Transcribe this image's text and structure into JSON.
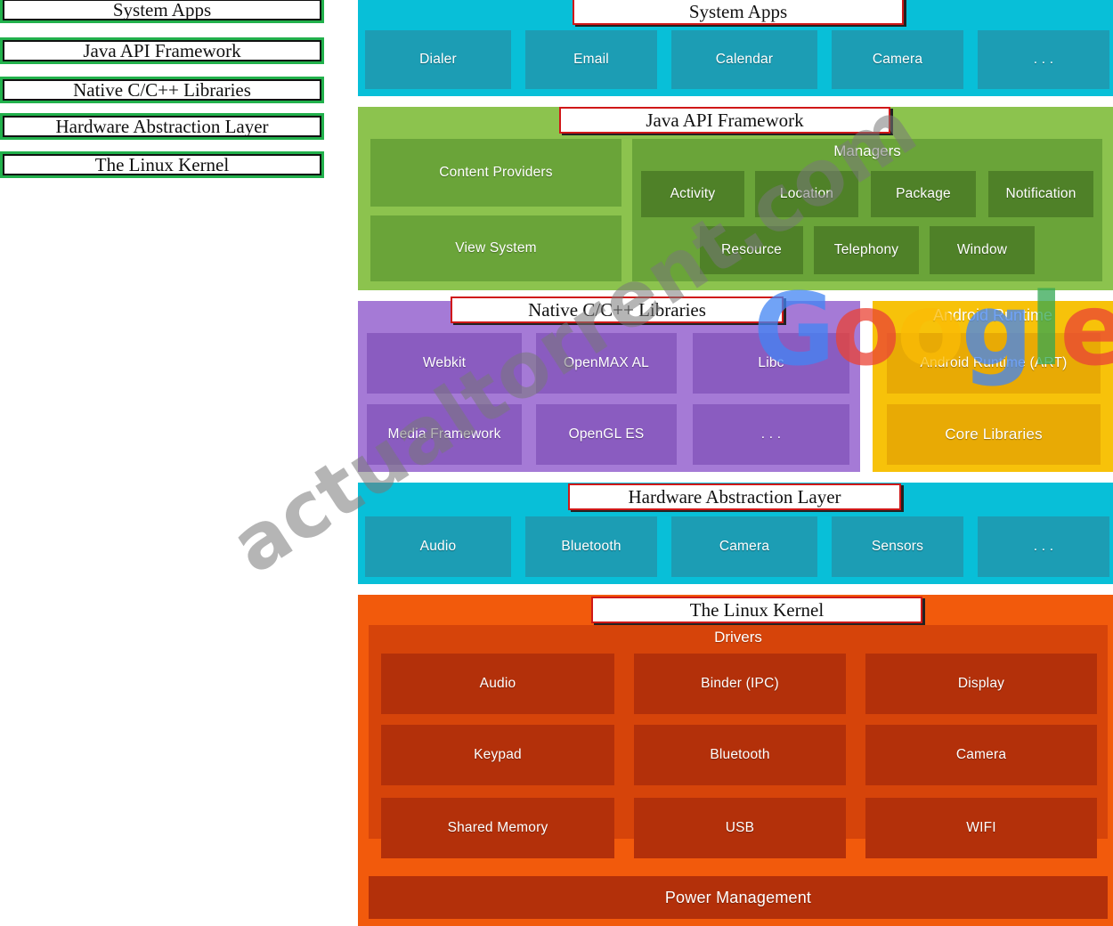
{
  "answer_options": [
    "System Apps",
    "Java API Framework",
    "Native C/C++ Libraries",
    "Hardware Abstraction Layer",
    "The Linux Kernel"
  ],
  "layers": {
    "apps": {
      "title": "System Apps",
      "tiles": [
        "Dialer",
        "Email",
        "Calendar",
        "Camera",
        ". . ."
      ]
    },
    "java": {
      "title": "Java API Framework",
      "content_providers": "Content Providers",
      "view_system": "View System",
      "managers_title": "Managers",
      "managers_row1": [
        "Activity",
        "Location",
        "Package",
        "Notification"
      ],
      "managers_row2": [
        "Resource",
        "Telephony",
        "Window"
      ]
    },
    "native": {
      "title": "Native C/C++ Libraries",
      "tiles": [
        "Webkit",
        "OpenMAX AL",
        "Libc",
        "Media Framework",
        "OpenGL ES",
        ". . ."
      ]
    },
    "art": {
      "title": "Android Runtime",
      "tiles": [
        "Android Runtime (ART)",
        "Core Libraries"
      ]
    },
    "hal": {
      "title": "Hardware Abstraction Layer",
      "tiles": [
        "Audio",
        "Bluetooth",
        "Camera",
        "Sensors",
        ". . ."
      ]
    },
    "kernel": {
      "title": "The Linux Kernel",
      "drivers_title": "Drivers",
      "drivers": [
        "Audio",
        "Binder (IPC)",
        "Display",
        "Keypad",
        "Bluetooth",
        "Camera",
        "Shared Memory",
        "USB",
        "WIFI"
      ],
      "power": "Power Management"
    }
  },
  "watermark": "actualtorrent.com",
  "google_logo": {
    "letters": [
      "G",
      "o",
      "o",
      "g",
      "l",
      "e"
    ],
    "colors": [
      "#4285f4",
      "#ea4335",
      "#fbbc05",
      "#4285f4",
      "#34a853",
      "#ea4335"
    ]
  }
}
